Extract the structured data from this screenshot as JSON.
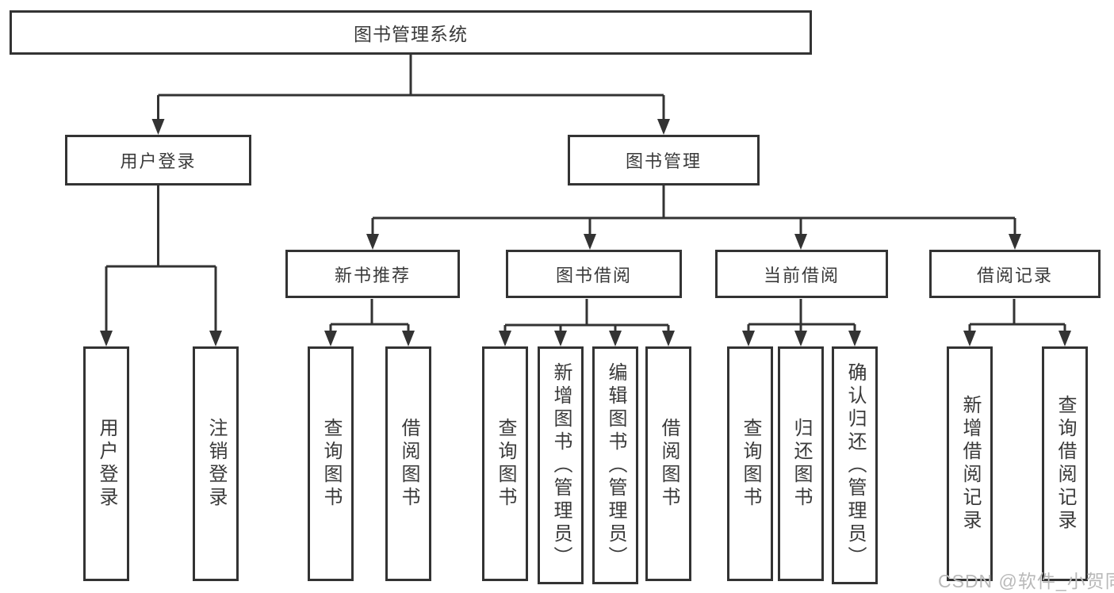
{
  "diagram": {
    "type": "hierarchy-tree",
    "colors": {
      "line": "#333333",
      "text": "#3a3a3a",
      "background": "#ffffff",
      "watermark": "#b9b9b9"
    },
    "watermark": "CSDN @软件_小贺同学",
    "nodes": {
      "root": "图书管理系统",
      "level2": {
        "user_login": "用户登录",
        "book_mgmt": "图书管理"
      },
      "level3": [
        "新书推荐",
        "图书借阅",
        "当前借阅",
        "借阅记录"
      ],
      "user_login_children": [
        "用户登录",
        "注销登录"
      ],
      "new_book_children": [
        "查询图书",
        "借阅图书"
      ],
      "book_borrow_children": [
        "查询图书",
        "新增图书（管理员）",
        "编辑图书（管理员）",
        "借阅图书"
      ],
      "current_borrow_children": [
        "查询图书",
        "归还图书",
        "确认归还（管理员）"
      ],
      "borrow_record_children": [
        "新增借阅记录",
        "查询借阅记录"
      ]
    }
  }
}
